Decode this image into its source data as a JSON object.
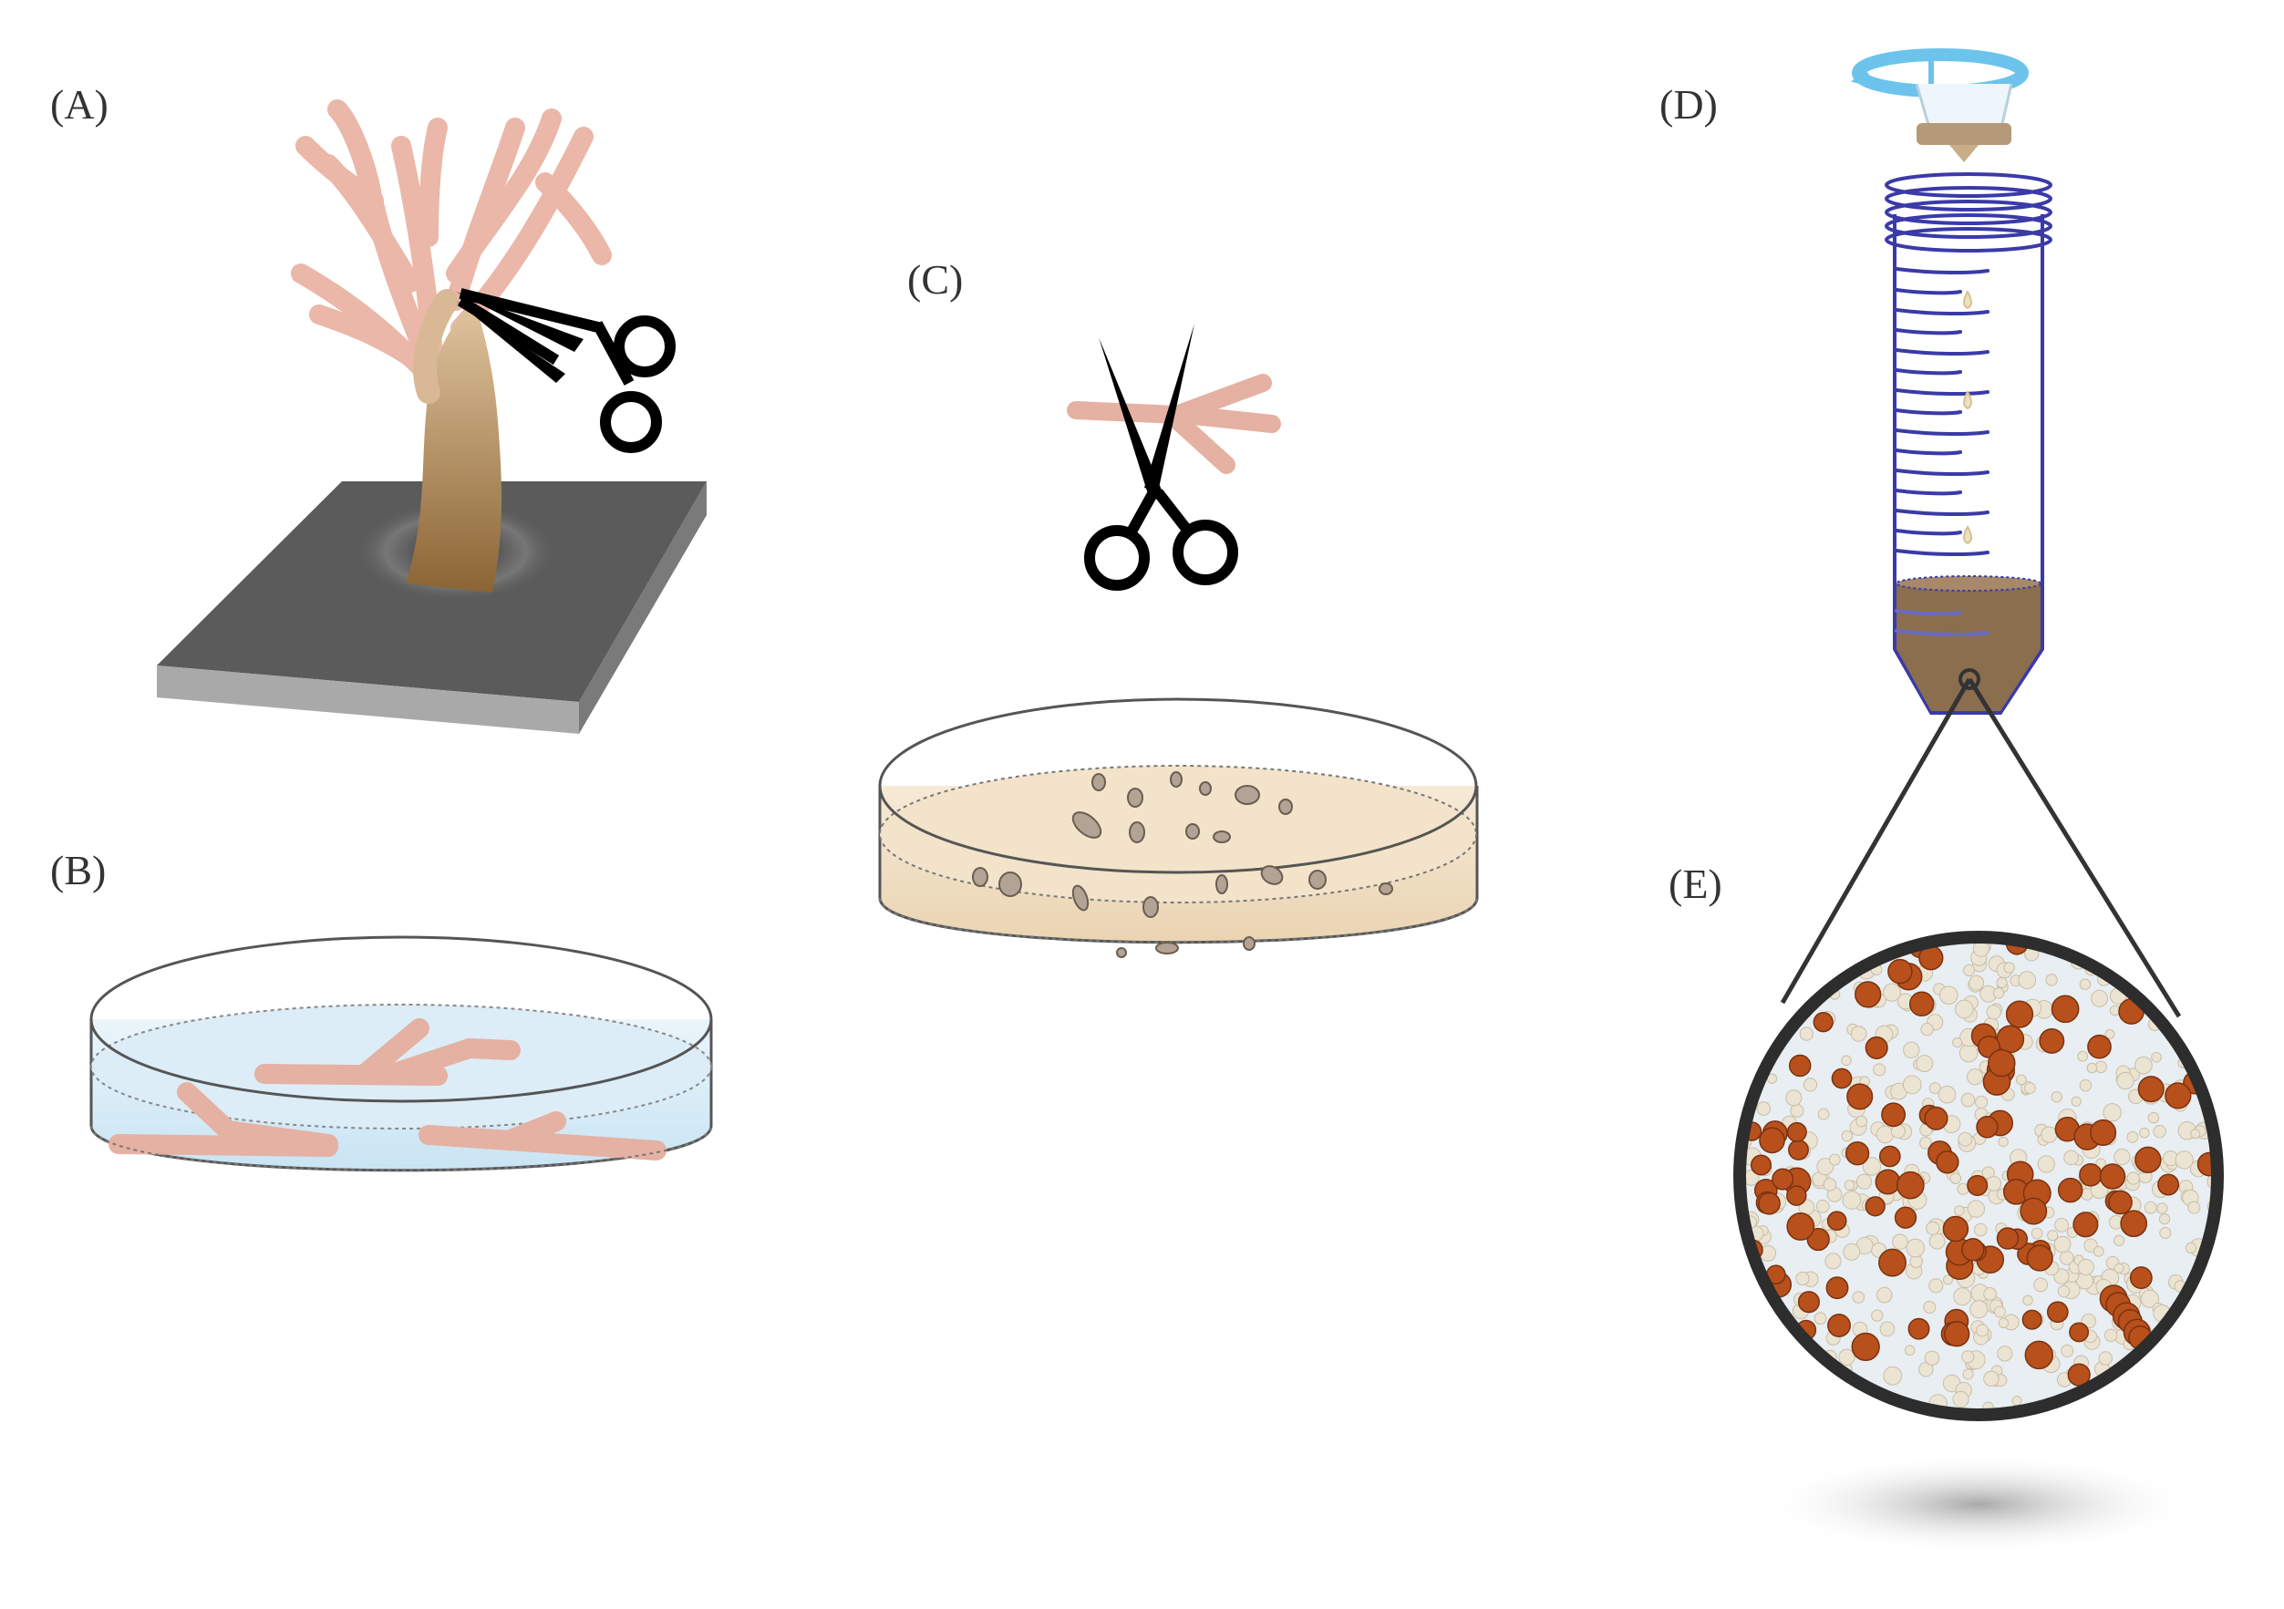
{
  "panels": [
    {
      "id": "A",
      "label": "(A)"
    },
    {
      "id": "B",
      "label": "(B)"
    },
    {
      "id": "C",
      "label": "(C)"
    },
    {
      "id": "D",
      "label": "(D)"
    },
    {
      "id": "E",
      "label": "(E)"
    }
  ],
  "colors": {
    "coral_pink": "#eab7a8",
    "coral_stem": "#a8895e",
    "base_plate": "#5b5b5b",
    "water_blue": "#d4eaf5",
    "medium_beige": "#efdcc0",
    "tube_outline": "#3a3aa8",
    "filter_blue": "#6cc4ec",
    "pellet_brown": "#8a6e4e",
    "cell_orange": "#b8501c",
    "cell_white": "#ece4d2"
  },
  "icons": [
    "scissors-icon",
    "coral-icon",
    "petri-dish-icon",
    "centrifuge-tube-icon",
    "cell-strainer-icon",
    "magnifier-circle-icon"
  ]
}
